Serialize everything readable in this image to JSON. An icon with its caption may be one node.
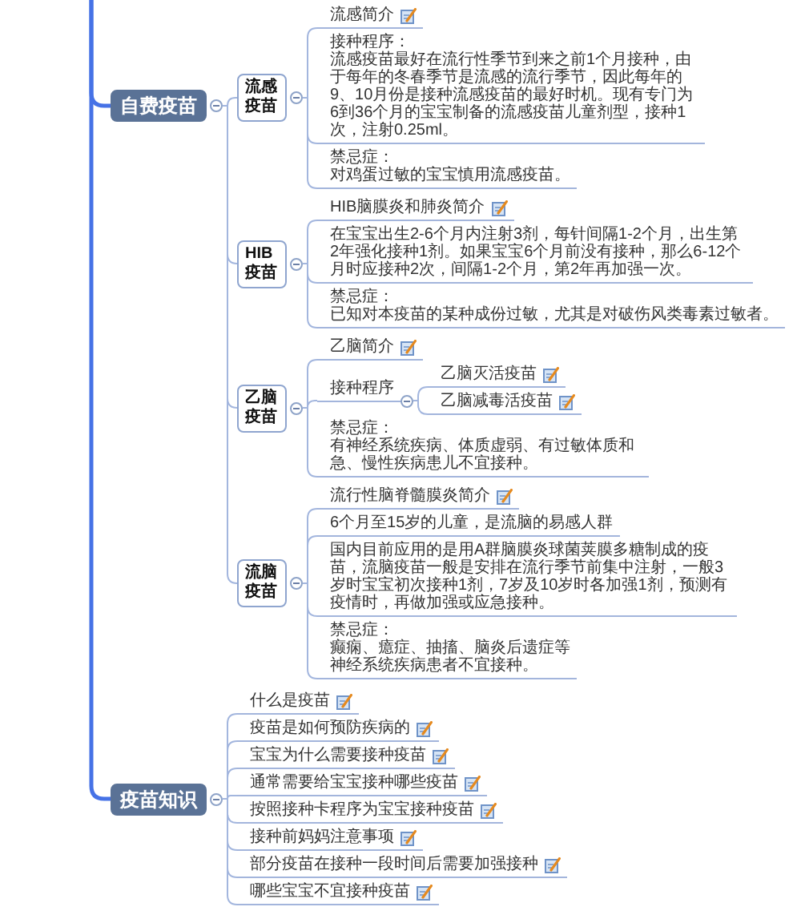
{
  "diagram": {
    "nodes": [
      {
        "text": [
          "自费疫苗"
        ]
      },
      {
        "text": [
          "流感疫苗"
        ]
      },
      {
        "text": [
          "流感简介"
        ]
      },
      {
        "text": [
          "接种程序：",
          "流感疫苗最好在流行性季节到来之前1个月接种，由于每年的冬春季节是流感的流行季节，因此每年的9、10月份是接种流感疫苗的最好时机。现有专门为6到36个月的宝宝制备的流感疫苗儿童剂型，接种1次，注射0.25ml。"
        ]
      },
      {
        "text": [
          "禁忌症：",
          "对鸡蛋过敏的宝宝慎用流感疫苗。"
        ]
      },
      {
        "text": [
          "HIB疫苗"
        ]
      },
      {
        "text": [
          "HIB脑膜炎和肺炎简介"
        ]
      },
      {
        "text": [
          "在宝宝出生2-6个月内注射3剂，每针间隔1-2个月，出生第2年强化接种1剂。如果宝宝6个月前没有接种，那么6-12个月时应接种2次，间隔1-2个月，第2年再加强一次。"
        ]
      },
      {
        "text": [
          "禁忌症：",
          "已知对本疫苗的某种成份过敏，尤其是对破伤风类毒素过敏者。"
        ]
      },
      {
        "text": [
          "乙脑疫苗"
        ]
      },
      {
        "text": [
          "乙脑简介"
        ]
      },
      {
        "text": [
          "接种程序"
        ]
      },
      {
        "text": [
          "乙脑灭活疫苗"
        ]
      },
      {
        "text": [
          "乙脑减毒活疫苗"
        ]
      },
      {
        "text": [
          "禁忌症：",
          "有神经系统疾病、体质虚弱、有过敏体质和急、慢性疾病患儿不宜接种。"
        ]
      },
      {
        "text": [
          "流脑疫苗"
        ]
      },
      {
        "text": [
          "流行性脑脊髓膜炎简介"
        ]
      },
      {
        "text": [
          "6个月至15岁的儿童，是流脑的易感人群"
        ]
      },
      {
        "text": [
          "国内目前应用的是用A群脑膜炎球菌荚膜多糖制成的疫苗，流脑疫苗一般是安排在流行季节前集中注射，一般3岁时宝宝初次接种1剂，7岁及10岁时各加强1剂，预测有疫情时，再做加强或应急接种。"
        ]
      },
      {
        "text": [
          "禁忌症：",
          "癫痫、癔症、抽搐、脑炎后遗症等神经系统疾病患者不宜接种。"
        ]
      },
      {
        "text": [
          "疫苗知识"
        ]
      },
      {
        "text": [
          "什么是疫苗"
        ]
      },
      {
        "text": [
          "疫苗是如何预防疾病的"
        ]
      },
      {
        "text": [
          "宝宝为什么需要接种疫苗"
        ]
      },
      {
        "text": [
          "通常需要给宝宝接种哪些疫苗"
        ]
      },
      {
        "text": [
          "按照接种卡程序为宝宝接种疫苗"
        ]
      },
      {
        "text": [
          "接种前妈妈注意事项"
        ]
      },
      {
        "text": [
          "部分疫苗在接种一段时间后需要加强接种"
        ]
      },
      {
        "text": [
          "哪些宝宝不宜接种疫苗"
        ]
      }
    ],
    "edges": [
      {
        "from": null,
        "to": 0,
        "arrow": "none",
        "style": "thick",
        "color": "#4672e6"
      },
      {
        "from": null,
        "to": 20,
        "arrow": "none",
        "style": "thick",
        "color": "#4672e6"
      },
      {
        "from": 0,
        "to": 1,
        "arrow": "none"
      },
      {
        "from": 0,
        "to": 5,
        "arrow": "none"
      },
      {
        "from": 0,
        "to": 9,
        "arrow": "none"
      },
      {
        "from": 0,
        "to": 15,
        "arrow": "none"
      },
      {
        "from": 1,
        "to": 2,
        "arrow": "none"
      },
      {
        "from": 1,
        "to": 3,
        "arrow": "none"
      },
      {
        "from": 1,
        "to": 4,
        "arrow": "none"
      },
      {
        "from": 5,
        "to": 6,
        "arrow": "none"
      },
      {
        "from": 5,
        "to": 7,
        "arrow": "none"
      },
      {
        "from": 5,
        "to": 8,
        "arrow": "none"
      },
      {
        "from": 9,
        "to": 10,
        "arrow": "none"
      },
      {
        "from": 9,
        "to": 11,
        "arrow": "none"
      },
      {
        "from": 9,
        "to": 14,
        "arrow": "none"
      },
      {
        "from": 11,
        "to": 12,
        "arrow": "none"
      },
      {
        "from": 11,
        "to": 13,
        "arrow": "none"
      },
      {
        "from": 15,
        "to": 16,
        "arrow": "none"
      },
      {
        "from": 15,
        "to": 17,
        "arrow": "none"
      },
      {
        "from": 15,
        "to": 18,
        "arrow": "none"
      },
      {
        "from": 15,
        "to": 19,
        "arrow": "none"
      },
      {
        "from": 20,
        "to": 21,
        "arrow": "none"
      },
      {
        "from": 20,
        "to": 22,
        "arrow": "none"
      },
      {
        "from": 20,
        "to": 23,
        "arrow": "none"
      },
      {
        "from": 20,
        "to": 24,
        "arrow": "none"
      },
      {
        "from": 20,
        "to": 25,
        "arrow": "none"
      },
      {
        "from": 20,
        "to": 26,
        "arrow": "none"
      },
      {
        "from": 20,
        "to": 27,
        "arrow": "none"
      },
      {
        "from": 20,
        "to": 28,
        "arrow": "none"
      }
    ]
  }
}
